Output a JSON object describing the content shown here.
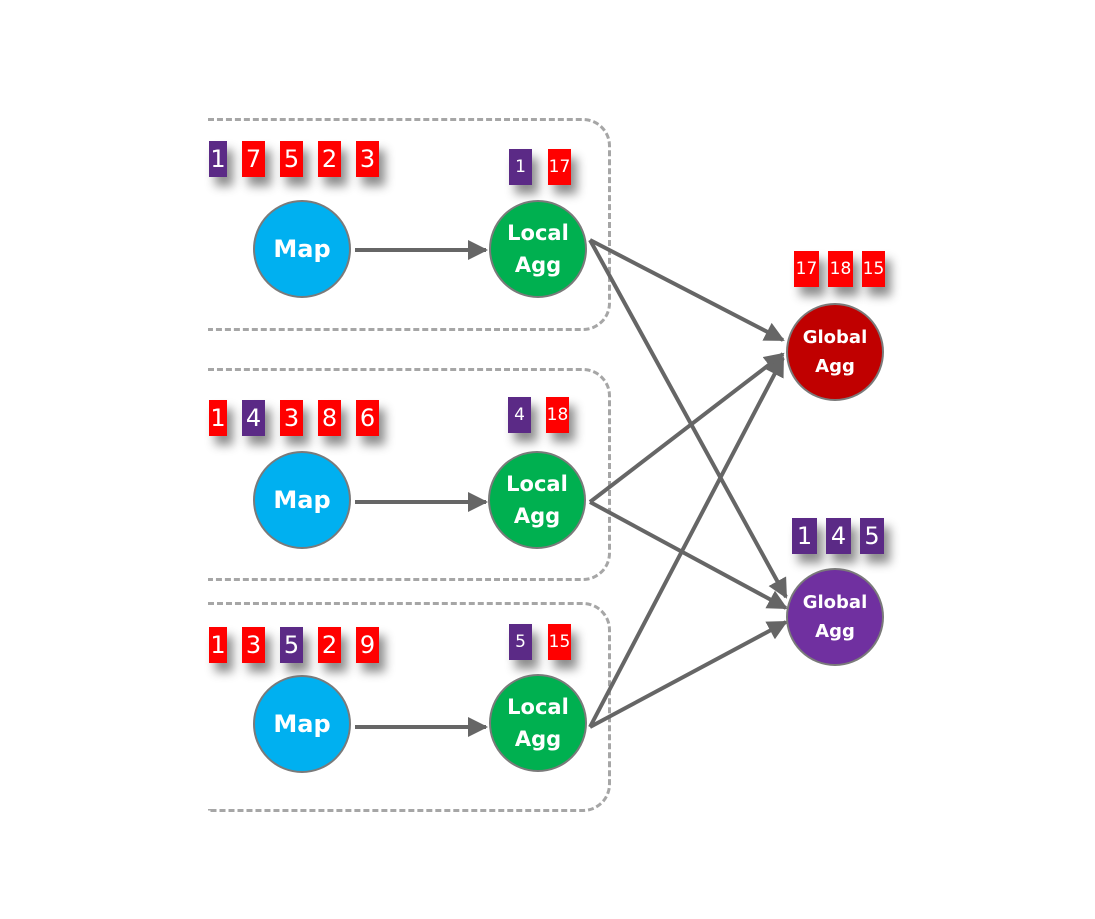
{
  "diagram": {
    "groups": [
      {
        "input_values": [
          "1",
          "7",
          "5",
          "2",
          "3"
        ],
        "input_colors": [
          "purple",
          "red",
          "red",
          "red",
          "red"
        ],
        "map_label": "Map",
        "local_label_line1": "Local",
        "local_label_line2": "Agg",
        "local_values": [
          "1",
          "17"
        ],
        "local_colors": [
          "purple",
          "red"
        ]
      },
      {
        "input_values": [
          "1",
          "4",
          "3",
          "8",
          "6"
        ],
        "input_colors": [
          "red",
          "purple",
          "red",
          "red",
          "red"
        ],
        "map_label": "Map",
        "local_label_line1": "Local",
        "local_label_line2": "Agg",
        "local_values": [
          "4",
          "18"
        ],
        "local_colors": [
          "purple",
          "red"
        ]
      },
      {
        "input_values": [
          "1",
          "3",
          "5",
          "2",
          "9"
        ],
        "input_colors": [
          "red",
          "red",
          "purple",
          "red",
          "red"
        ],
        "map_label": "Map",
        "local_label_line1": "Local",
        "local_label_line2": "Agg",
        "local_values": [
          "5",
          "15"
        ],
        "local_colors": [
          "purple",
          "red"
        ]
      }
    ],
    "global_red": {
      "label_line1": "Global",
      "label_line2": "Agg",
      "values": [
        "17",
        "18",
        "15"
      ]
    },
    "global_purple": {
      "label_line1": "Global",
      "label_line2": "Agg",
      "values": [
        "1",
        "4",
        "5"
      ]
    },
    "colors": {
      "red": "#ff0000",
      "purple": "#5b2a86",
      "map": "#00b0f0",
      "local_agg": "#00b050",
      "global_red": "#c00000",
      "global_purple": "#7030a0",
      "arrow": "#666666",
      "dashed_border": "#a6a6a6"
    }
  }
}
